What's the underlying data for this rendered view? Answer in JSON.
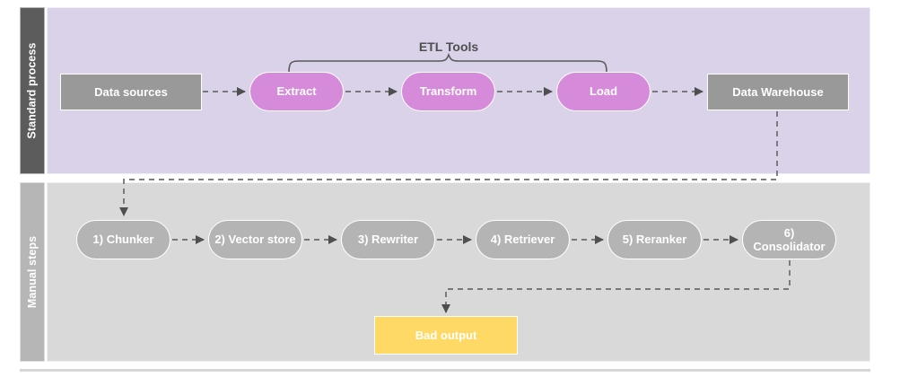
{
  "diagram": {
    "lanes": [
      {
        "id": "standard",
        "label": "Standard process",
        "label_bg": "#5c5c5c",
        "body_bg": "#d9d2e9"
      },
      {
        "id": "manual",
        "label": "Manual steps",
        "label_bg": "#b6b6b6",
        "body_bg": "#d9d9d9"
      }
    ],
    "standard_process": {
      "nodes": [
        {
          "id": "data-sources",
          "label": "Data sources",
          "shape": "rect",
          "color": "#999999"
        },
        {
          "id": "extract",
          "label": "Extract",
          "shape": "pill",
          "color": "#d68ada"
        },
        {
          "id": "transform",
          "label": "Transform",
          "shape": "pill",
          "color": "#d68ada"
        },
        {
          "id": "load",
          "label": "Load",
          "shape": "pill",
          "color": "#d68ada"
        },
        {
          "id": "data-warehouse",
          "label": "Data Warehouse",
          "shape": "rect",
          "color": "#999999"
        }
      ],
      "bracket_label": "ETL Tools",
      "bracket_spans": [
        "extract",
        "transform",
        "load"
      ]
    },
    "manual_steps": {
      "nodes": [
        {
          "id": "chunker",
          "label": "1) Chunker",
          "shape": "pill",
          "color": "#b4b4b4"
        },
        {
          "id": "vector-store",
          "label": "2) Vector store",
          "shape": "pill",
          "color": "#b4b4b4"
        },
        {
          "id": "rewriter",
          "label": "3) Rewriter",
          "shape": "pill",
          "color": "#b4b4b4"
        },
        {
          "id": "retriever",
          "label": "4) Retriever",
          "shape": "pill",
          "color": "#b4b4b4"
        },
        {
          "id": "reranker",
          "label": "5) Reranker",
          "shape": "pill",
          "color": "#b4b4b4"
        },
        {
          "id": "consolidator",
          "label": "6) Consolidator",
          "shape": "pill",
          "color": "#b4b4b4"
        }
      ],
      "outcome": {
        "id": "bad-output",
        "label": "Bad output",
        "shape": "rect",
        "color": "#ffd966"
      }
    },
    "connectors": [
      {
        "from": "data-sources",
        "to": "extract",
        "style": "dashed-arrow"
      },
      {
        "from": "extract",
        "to": "transform",
        "style": "dashed-arrow"
      },
      {
        "from": "transform",
        "to": "load",
        "style": "dashed-arrow"
      },
      {
        "from": "load",
        "to": "data-warehouse",
        "style": "dashed-arrow"
      },
      {
        "from": "data-warehouse",
        "to": "chunker",
        "style": "dashed-elbow-arrow"
      },
      {
        "from": "chunker",
        "to": "vector-store",
        "style": "dashed-arrow"
      },
      {
        "from": "vector-store",
        "to": "rewriter",
        "style": "dashed-arrow"
      },
      {
        "from": "rewriter",
        "to": "retriever",
        "style": "dashed-arrow"
      },
      {
        "from": "retriever",
        "to": "reranker",
        "style": "dashed-arrow"
      },
      {
        "from": "reranker",
        "to": "consolidator",
        "style": "dashed-arrow"
      },
      {
        "from": "consolidator",
        "to": "bad-output",
        "style": "dashed-elbow-arrow"
      }
    ]
  }
}
